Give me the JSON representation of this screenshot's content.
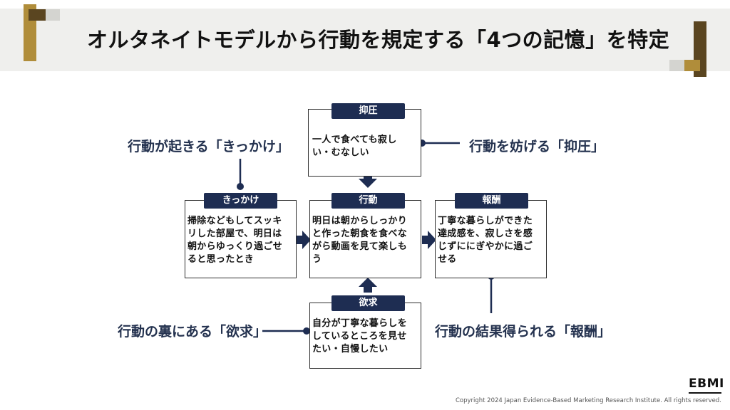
{
  "title": "オルタネイトモデルから行動を規定する「4つの記憶」を特定",
  "boxes": {
    "yokuatsu": {
      "label": "抑圧",
      "text": [
        "一人で食べても寂し",
        "い・むなしい"
      ]
    },
    "kikkake": {
      "label": "きっかけ",
      "text": [
        "掃除などもしてスッキ",
        "リした部屋で、明日は",
        "朝からゆっくり過ごせ",
        "ると思ったとき"
      ]
    },
    "koudou": {
      "label": "行動",
      "text": [
        "明日は朝からしっかり",
        "と作った朝食を食べな",
        "がら動画を見て楽しも",
        "う"
      ]
    },
    "houshu": {
      "label": "報酬",
      "text": [
        "丁寧な暮らしができた",
        "達成感を、寂しさを感",
        "じずににぎやかに過ご",
        "せる"
      ]
    },
    "yokkyu": {
      "label": "欲求",
      "text": [
        "自分が丁寧な暮らしを",
        "しているところを見せ",
        "たい・自慢したい"
      ]
    }
  },
  "callouts": {
    "kikkake": "行動が起きる「きっかけ」",
    "yokuatsu": "行動を妨げる「抑圧」",
    "yokkyu": "行動の裏にある「欲求」",
    "houshu": "行動の結果得られる「報酬」"
  },
  "colors": {
    "navy": "#1e2d52",
    "gold": "#b08d3a",
    "dark_brown": "#5a4520",
    "light_gray": "#d4d4d0",
    "header_bg": "#efefed"
  },
  "logo": "EBMI",
  "copyright": "Copyright 2024 Japan Evidence-Based Marketing Research Institute. All rights reserved."
}
